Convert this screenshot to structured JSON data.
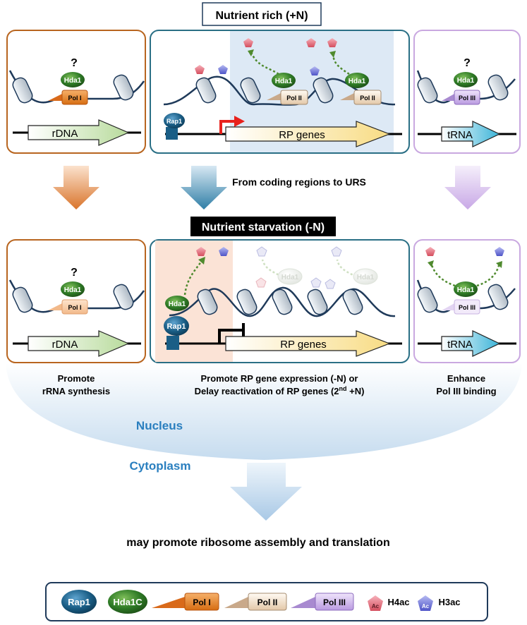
{
  "titles": {
    "rich": "Nutrient rich (+N)",
    "starvation": "Nutrient starvation (-N)"
  },
  "arrow_caption": "From coding regions to URS",
  "genes": {
    "rdna": "rDNA",
    "rp": "RP genes",
    "trna": "tRNA"
  },
  "proteins": {
    "hda1": "Hda1",
    "rap1": "Rap1",
    "pol1": "Pol I",
    "pol2": "Pol II",
    "pol3": "Pol III"
  },
  "question_mark": "?",
  "outcomes": {
    "left_line1": "Promote",
    "left_line2": "rRNA synthesis",
    "middle_line1": "Promote RP gene expression (-N) or",
    "middle_line2_pre": "Delay reactivation of RP genes (2",
    "middle_line2_sup": "nd",
    "middle_line2_post": " +N)",
    "right_line1": "Enhance",
    "right_line2": "Pol III binding"
  },
  "compartments": {
    "nucleus": "Nucleus",
    "cytoplasm": "Cytoplasm"
  },
  "final_statement": "may promote ribosome assembly and translation",
  "legend": {
    "rap1": "Rap1",
    "hda1c": "Hda1C",
    "pol1": "Pol I",
    "pol2": "Pol II",
    "pol3": "Pol III",
    "ac": "Ac",
    "h4ac": "H4ac",
    "h3ac": "H3ac"
  },
  "colors": {
    "panel_left": "#b8651f",
    "panel_middle": "#2a6f85",
    "panel_right": "#c9a8e0",
    "hda1_green": "#2e6b1e",
    "rap1_blue": "#1a5e86",
    "pol1_orange": "#e8801f",
    "pol2_beige": "#f1dcc4",
    "pol3_lilac": "#c9b0e6",
    "h4ac_pink": "#e56a78",
    "h3ac_blue": "#6a70d8",
    "nucleus_text": "#2a7fbf",
    "rich_shade": "#dde9f5",
    "starve_shade": "#fbe3d6"
  }
}
